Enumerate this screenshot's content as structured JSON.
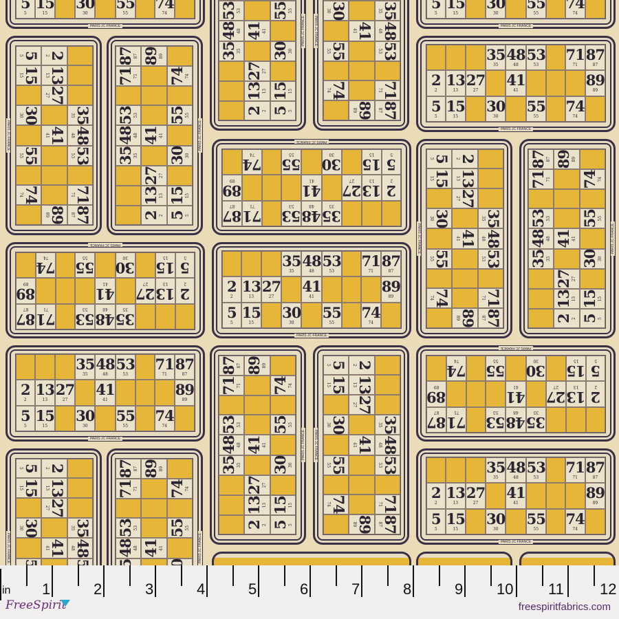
{
  "card": {
    "rows": [
      [
        null,
        null,
        null,
        "35",
        "48",
        "53",
        null,
        "71",
        "87"
      ],
      [
        "2",
        "13",
        "27",
        null,
        "41",
        null,
        null,
        null,
        "89"
      ],
      [
        "5",
        "15",
        null,
        "30",
        null,
        "55",
        null,
        "74",
        null
      ]
    ],
    "footer": "PARIS JC FRANCE",
    "colors": {
      "blank": "#e6b638",
      "paper": "#ebe2cc",
      "ink": "#3a3048"
    }
  },
  "ruler": {
    "unit": "in",
    "numbers": [
      "1",
      "2",
      "3",
      "4",
      "5",
      "6",
      "7",
      "8",
      "9",
      "10",
      "11",
      "12"
    ]
  },
  "brand": {
    "logo": "FreeSpirit",
    "website": "freespiritfabrics.com"
  }
}
